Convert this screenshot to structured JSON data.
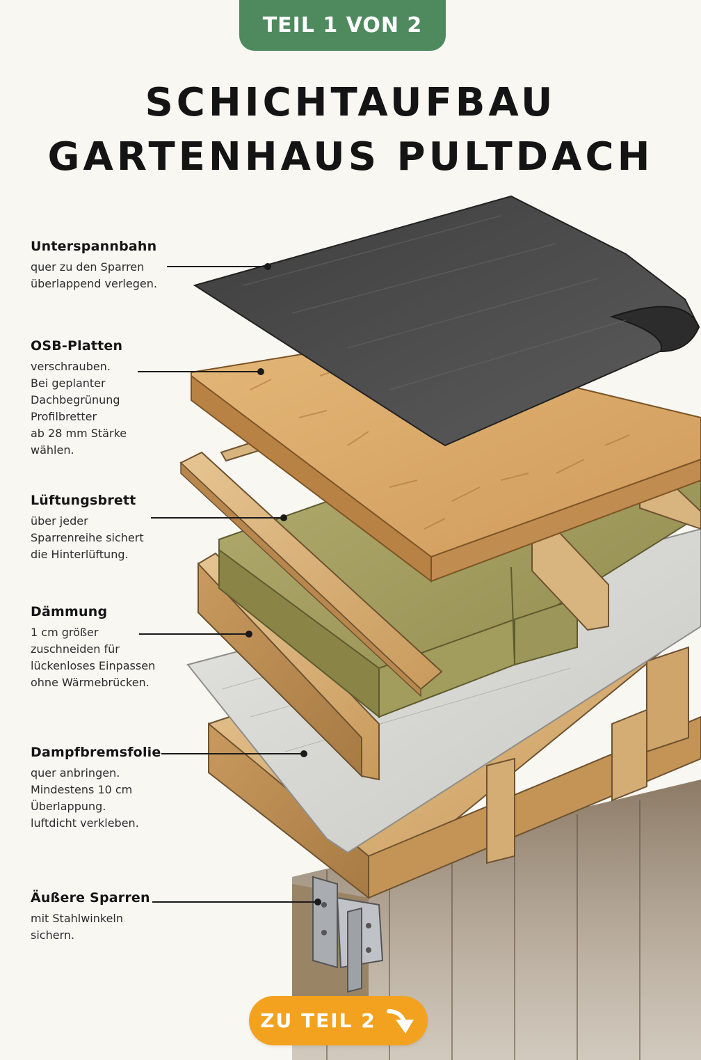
{
  "badge": "TEIL 1 VON 2",
  "title": {
    "line1": "SCHICHTAUFBAU",
    "line2": "GARTENHAUS PULTDACH"
  },
  "layers": [
    {
      "name": "Unterspannbahn",
      "text": "quer zu den Sparren\nüberlappend verlegen."
    },
    {
      "name": "OSB-Platten",
      "text": "verschrauben.\nBei geplanter\nDachbegrünung\nProfilbretter\nab 28 mm Stärke\nwählen."
    },
    {
      "name": "Lüftungsbrett",
      "text": "über jeder\nSparrenreihe sichert\ndie Hinterlüftung."
    },
    {
      "name": "Dämmung",
      "text": "1 cm größer\nzuschneiden für\nlückenloses Einpassen\nohne Wärmebrücken."
    },
    {
      "name": "Dampfbremsfolie",
      "text": "quer anbringen.\nMindestens 10 cm\nÜberlappung.\nluftdicht verkleben."
    },
    {
      "name": "Äußere Sparren",
      "text": "mit Stahlwinkeln\nsichern."
    }
  ],
  "cta": {
    "label": "ZU TEIL 2",
    "icon": "arrow-down-right-icon"
  },
  "colors": {
    "badge": "#4f8a5f",
    "cta": "#f3a21f",
    "membrane": "#4b4b4b",
    "osb": "#d9a867",
    "insulation": "#9e9a5a",
    "wood": "#d8b47e",
    "vapor_foil": "#d9d9d5"
  }
}
